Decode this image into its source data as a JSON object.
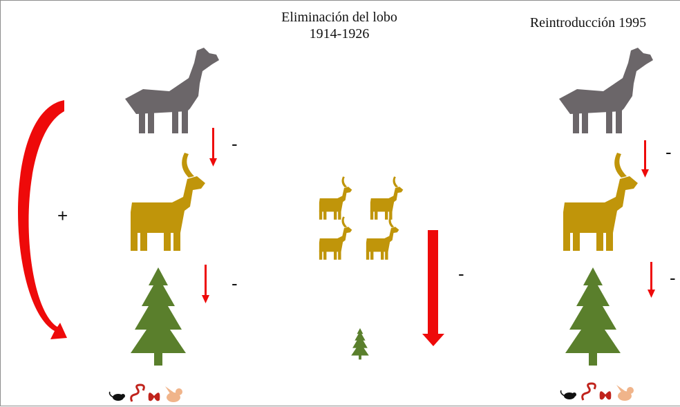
{
  "titles": {
    "elimination_line1": "Eliminación del lobo",
    "elimination_line2": "1914-1926",
    "reintroduction": "Reintroducción 1995"
  },
  "signs": {
    "plus": "+",
    "minus": "-"
  },
  "colors": {
    "wolf": "#6b6669",
    "deer": "#c0950a",
    "tree": "#5a7f2c",
    "arrow": "#ee0a0a",
    "small_animals": [
      "#111111",
      "#c0231c",
      "#c0231c",
      "#f0b48a"
    ]
  },
  "icons": {
    "wolf": "wolf-howling-icon",
    "deer": "deer-icon",
    "tree": "pine-tree-icon",
    "small_animals": [
      "rodent-icon",
      "snake-icon",
      "butterfly-icon",
      "bird-icon"
    ]
  }
}
